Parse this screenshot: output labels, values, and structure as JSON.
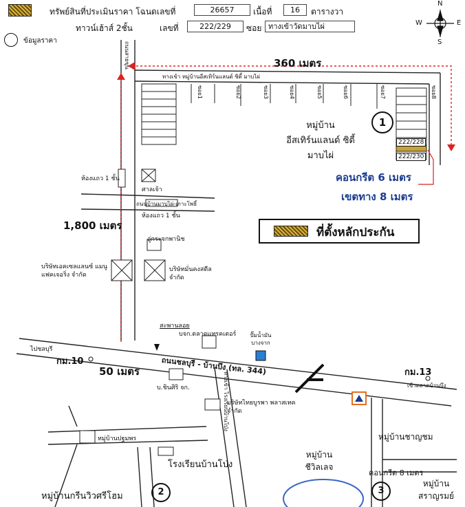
{
  "header": {
    "legend_label": "ทรัพย์สินที่ประเมินราคา โฉนดเลขที่",
    "deed_no": "26657",
    "area_label": "เนื้อที่",
    "area_value": "16",
    "area_unit": "ตารางวา",
    "type_label": "ทาวน์เฮ้าส์ 2ชั้น",
    "house_no_label": "เลขที่",
    "house_no": "222/229",
    "soi_label": "ซอย",
    "soi_value": "ทางเข้าวัดมาบไผ่",
    "price_info_label": "ข้อมูลราคา"
  },
  "compass": {
    "n": "N",
    "s": "S",
    "e": "E",
    "w": "W"
  },
  "distances": {
    "top": "360 เมตร",
    "left": "1,800 เมตร",
    "bottom": "50 เมตร"
  },
  "village": {
    "line1": "หมู่บ้าน",
    "line2": "อีสเทิร์นแลนด์ ซิตี้",
    "line3": "มาบไผ่",
    "entrance": "ทางเข้า หมู่บ้านอีสเทิร์นแลนด์ ซิตี้ มาบไผ่",
    "soi_labels": [
      "ซอย1",
      "ซอย2",
      "ซอย3",
      "ซอย4",
      "ซอย5",
      "ซอย6",
      "ซอย7",
      "ซอย8"
    ],
    "marker": "1"
  },
  "plots": {
    "upper": "222/228",
    "lower": "222/230"
  },
  "road_info": {
    "concrete": "คอนกรีต 6 เมตร",
    "width": "เขตทาง 8 เมตร"
  },
  "legend_box": "ที่ตั้งหลักประกัน",
  "places": {
    "row_house_1": "ห้องแถว 1 ชั้น",
    "shrine": "ศาลเจ้า",
    "road_name": "ถนนบ้านมาบไผ่-เกาะโพธิ์",
    "row_house_2": "ห้องแถว 1 ชั้น",
    "shop": "อู่กระจกพานิช",
    "company_left": "บริษัทเอคเซลแลนซ์ แมนูแฟคเจอริ่ง จำกัด",
    "company_right": "บริษัทมั่นคงสตีล จำกัด",
    "bridge": "สะพานลอย",
    "factory": "บจก.ตลาดแทรคเตอร์",
    "gas": "ปั๊มน้ำมัน บางจาก",
    "main_road": "ถนนชลบุรี - บ้านบึง (ทล. 344)",
    "to_chonburi": "ไปชลบุรี",
    "km10": "กม.10",
    "km13": "กม.13",
    "to_banbueng": "เข้าตลาดบ้านบึง",
    "company_bottom": "บ.ชินศิริ จก.",
    "plastic": "บริษัทไทยบูรพา พลาสเทค จำกัด",
    "side_road": "ทางเข้า โรงเรียนบ้านโป่ง",
    "village_a": "หมู่บ้านปฐมพร",
    "school": "โรงเรียนบ้านโป่ง",
    "village_b": "หมู่บ้าน ชีวิลเลจ",
    "village_c": "หมู่บ้านชาญชม",
    "concrete_8": "คอนกรีต 8 เมตร",
    "village_d": "หมู่บ้าน สราญรมย์",
    "village_e": "หมู่บ้านกรีนวิวศรีโฮม",
    "marker2": "2",
    "marker3": "3",
    "road_lbl": "ถนนสายขุน"
  }
}
